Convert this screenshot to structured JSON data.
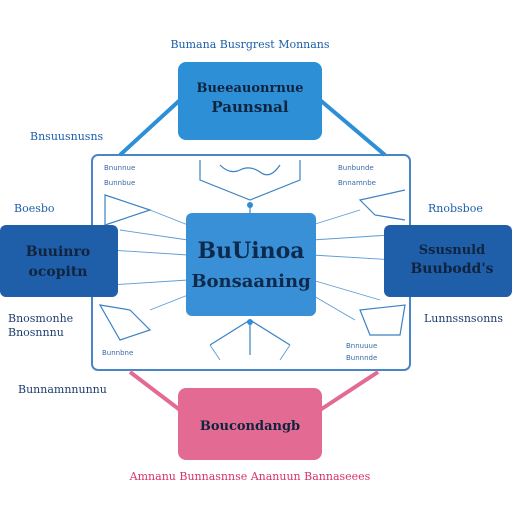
{
  "colors": {
    "primary_blue": "#2d8fd6",
    "center_blue": "#3a90d6",
    "dark_blue": "#1f5ea8",
    "pink": "#e36a92",
    "outline_blue": "#4a86c5",
    "label_blue": "#1d5fa8",
    "label_pink": "#d6336c"
  },
  "title_label": "Bumana Busrgrest Monnans",
  "top_box": {
    "line1": "Bueeauonrnue",
    "line2": "Paunsnal"
  },
  "center_box": {
    "line1": "BuUinoa",
    "line2": "Bonsaaning"
  },
  "left_box": {
    "line1": "Buuinro",
    "line2": "ocopitn"
  },
  "right_box": {
    "line1": "Ssusnuld",
    "line2": "Buubodd's"
  },
  "bottom_box": {
    "line1": "Boucondangb"
  },
  "bottom_label": "Amnanu Bunnasnnse Ananuun Bannaseees",
  "side_labels": {
    "top_left": "Bnsuusnusns",
    "left_mid": "Boesbo",
    "right_mid": "Rnobsboe",
    "left_low": "Bnosmonhe",
    "left_low2": "Bnosnnnu",
    "right_low": "Lunnssnsonns",
    "lower_left": "Bunnamnnunnu"
  },
  "inner_labels": {
    "tl1": "Bnunnue",
    "tl2": "Bunnbue",
    "tr1": "Bunbunde",
    "tr2": "Bnnamnbe",
    "bl1": "Bunnbne",
    "br1": "Bnnuuue",
    "br2": "Bunnnde"
  },
  "icons": [
    "connector-icon",
    "wire-hub-icon"
  ]
}
